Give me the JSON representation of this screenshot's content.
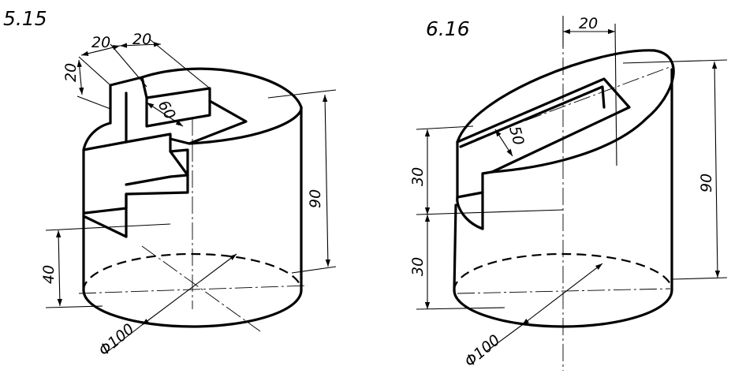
{
  "figure_1": {
    "label": "5.15",
    "dims": {
      "width_a": "20",
      "width_b": "20",
      "depth": "20",
      "slot": "60",
      "height": "90",
      "base": "40",
      "diameter": "Φ100"
    }
  },
  "figure_2": {
    "label": "6.16",
    "dims": {
      "top": "20",
      "slot": "50",
      "upper": "30",
      "lower": "30",
      "height": "90",
      "diameter": "Φ100"
    }
  }
}
